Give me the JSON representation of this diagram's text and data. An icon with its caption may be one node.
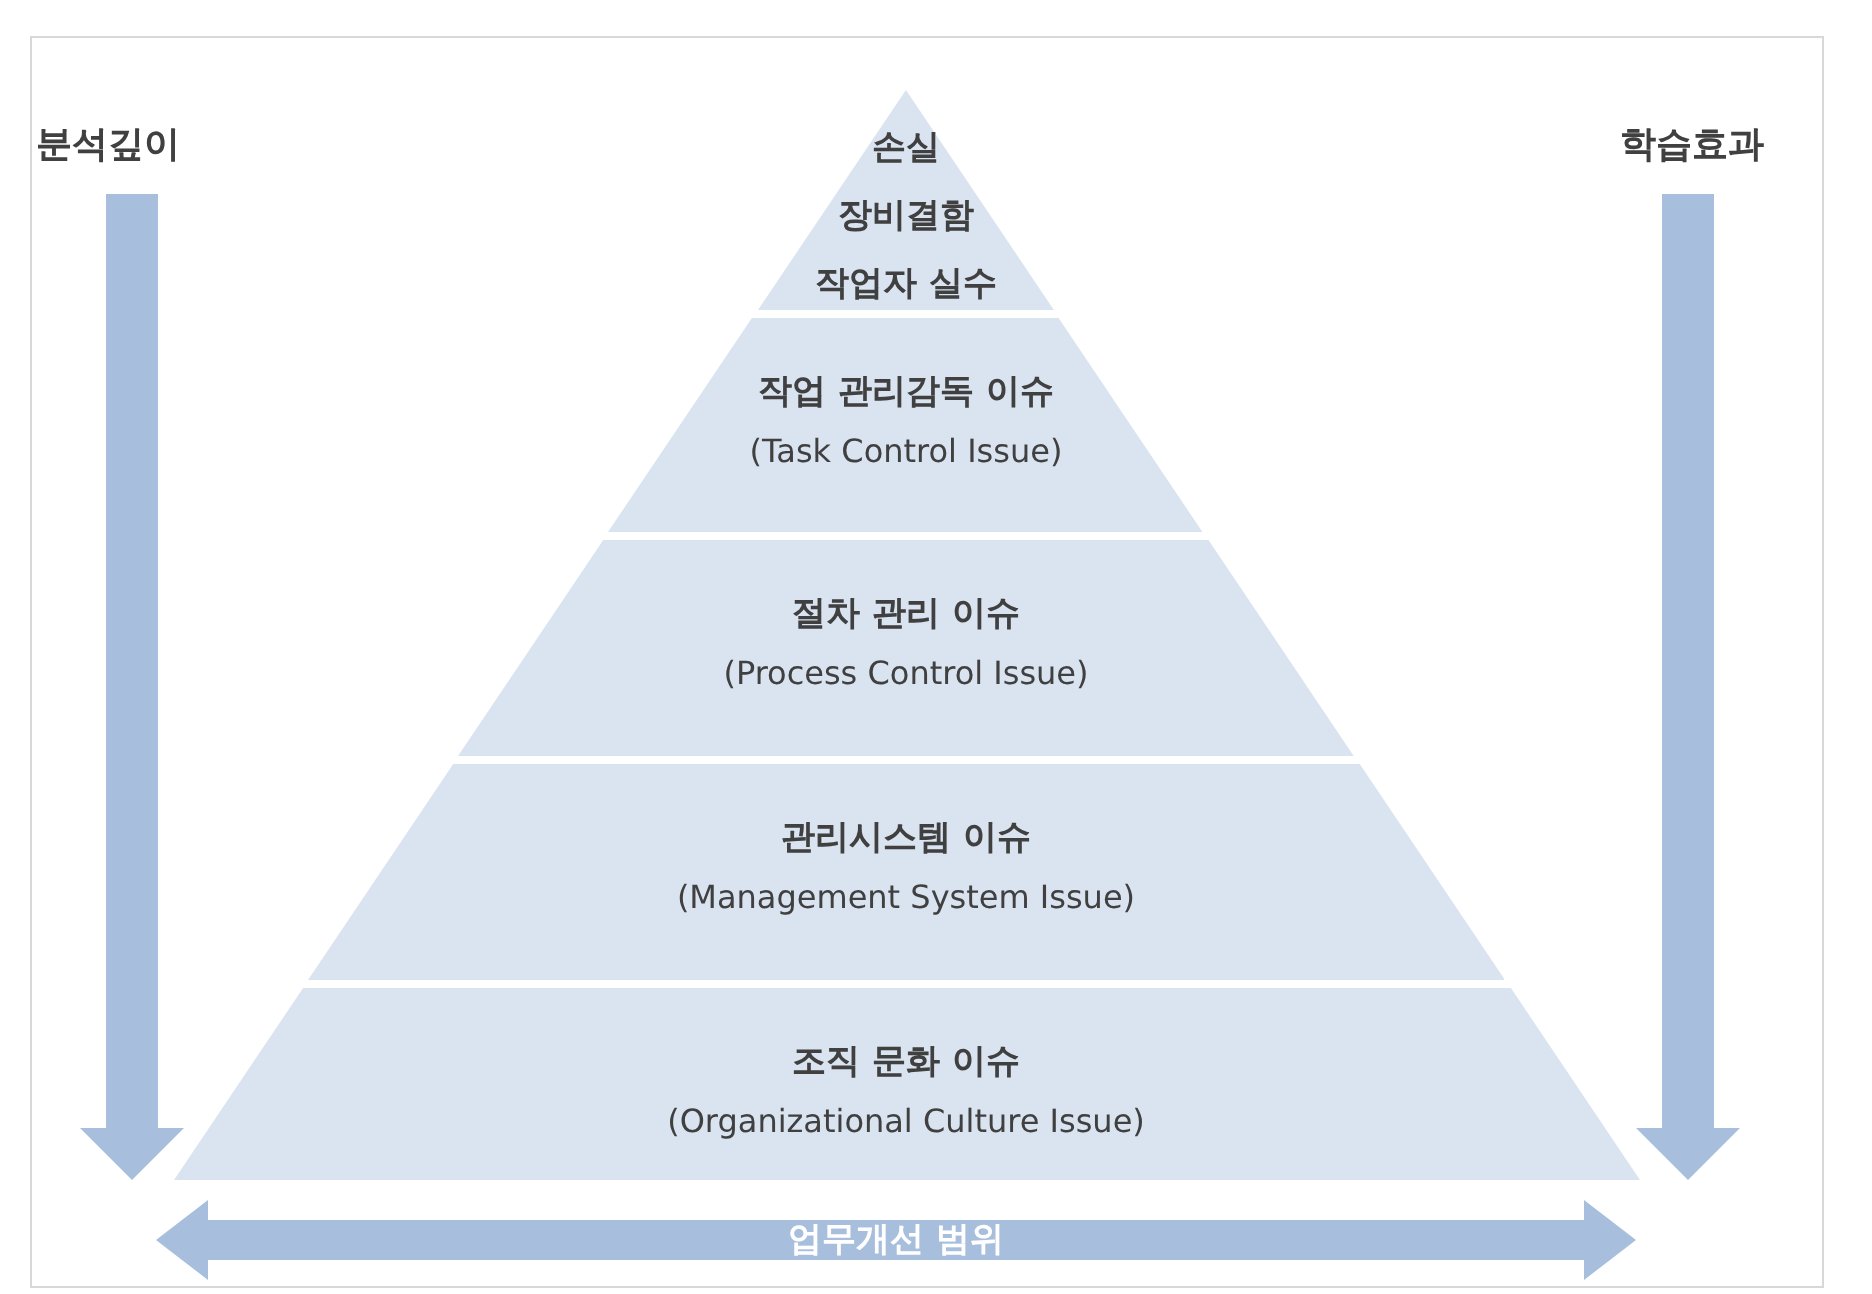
{
  "diagram": {
    "nodes": [
      {
        "text": [
          "손실",
          "장비결함",
          "작업자 실수"
        ]
      },
      {
        "text": [
          "작업 관리감독 이슈",
          "(Task Control Issue)"
        ]
      },
      {
        "text": [
          "절차 관리 이슈",
          "(Process Control Issue)"
        ]
      },
      {
        "text": [
          "관리시스템 이슈",
          "(Management System Issue)"
        ]
      },
      {
        "text": [
          "조직 문화 이슈",
          "(Organizational Culture Issue)"
        ]
      },
      {
        "text": [
          "업무개선 범위"
        ]
      }
    ],
    "labels": [
      "분석깊이",
      "학습효과"
    ]
  }
}
